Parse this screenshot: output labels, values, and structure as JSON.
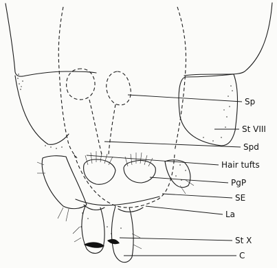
{
  "figure": {
    "labels": {
      "sp": "Sp",
      "st_viii": "St VIII",
      "spd": "Spd",
      "hair_tufts": "Hair tufts",
      "pgp": "PgP",
      "se": "SE",
      "la": "La",
      "st_x": "St X",
      "c": "C"
    },
    "colors": {
      "ink": "#1a1a1a",
      "paper": "#fbfbf9"
    }
  }
}
